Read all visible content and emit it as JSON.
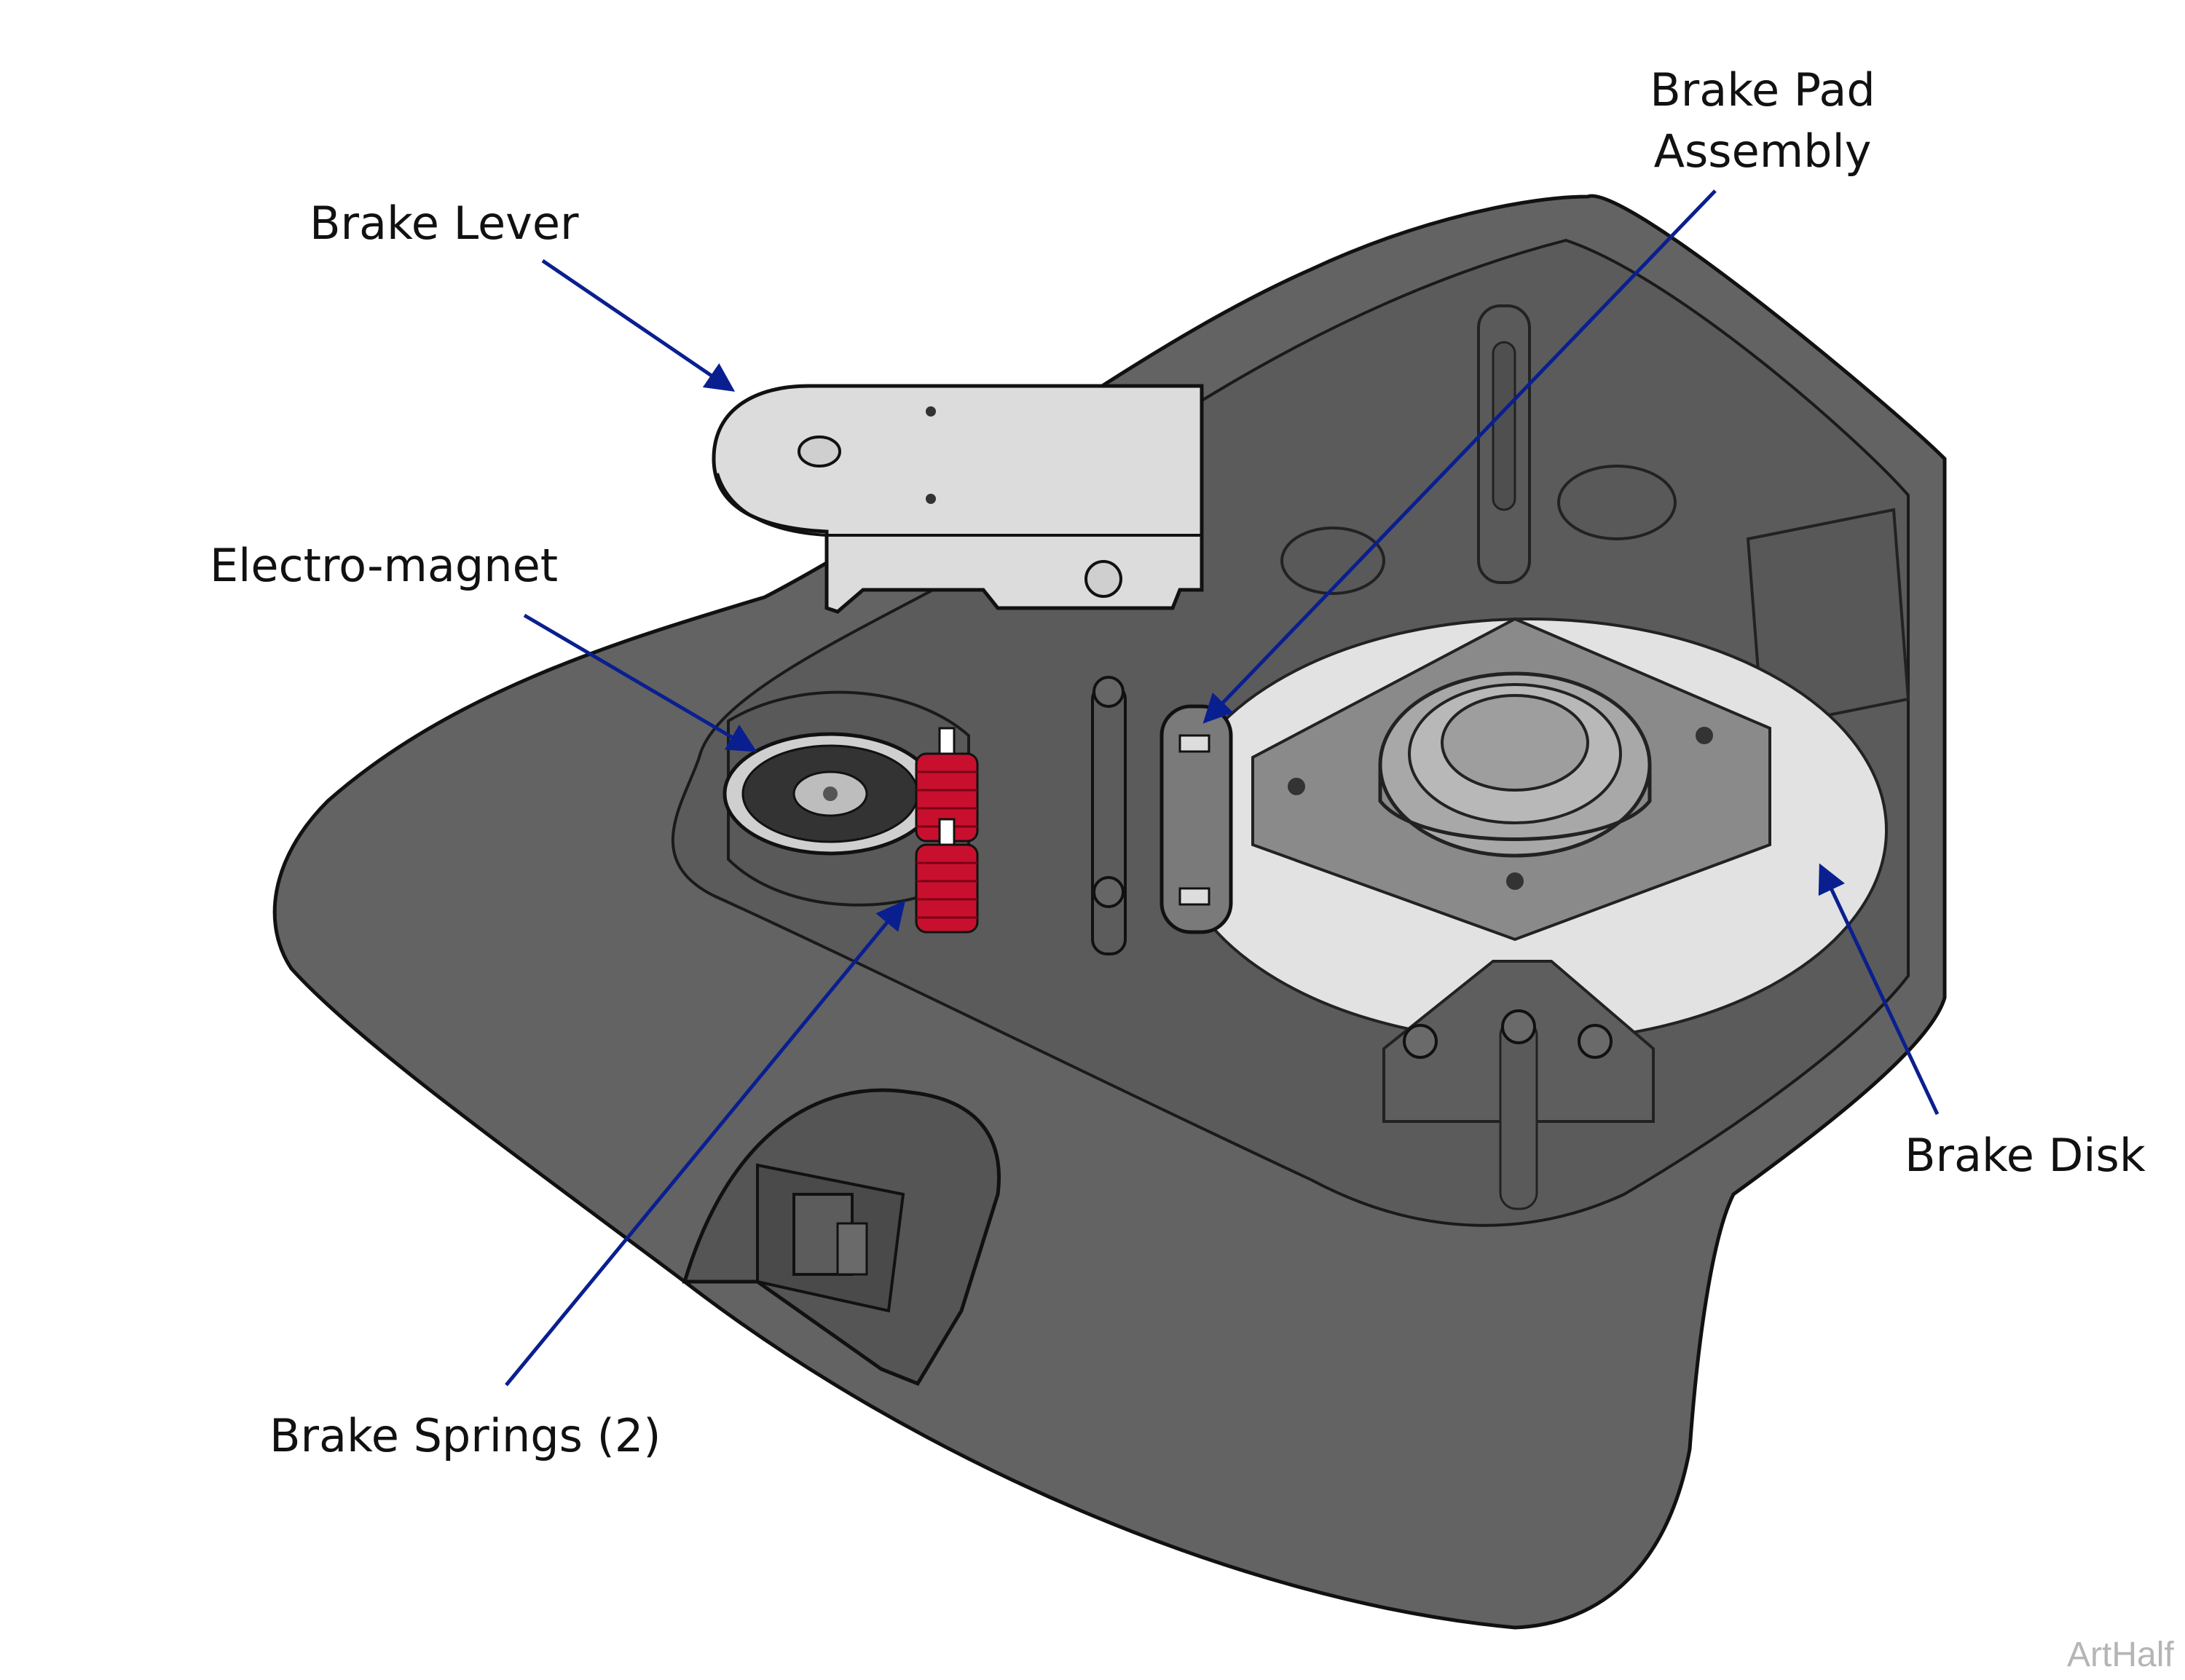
{
  "callouts": {
    "brake_lever": "Brake Lever",
    "electro_magnet": "Electro-magnet",
    "brake_pad_line1": "Brake Pad",
    "brake_pad_line2": "Assembly",
    "brake_disk": "Brake Disk",
    "brake_springs": "Brake Springs (2)"
  },
  "watermark": "ArtHalf",
  "colors": {
    "housing": "#636363",
    "housing_dark": "#555555",
    "lever_plate": "#dcdcdc",
    "brake_disk": "#e2e2e2",
    "hub_plate": "#8a8a8a",
    "springs": "#c8102e",
    "leader_arrows": "#0a1f8f"
  }
}
